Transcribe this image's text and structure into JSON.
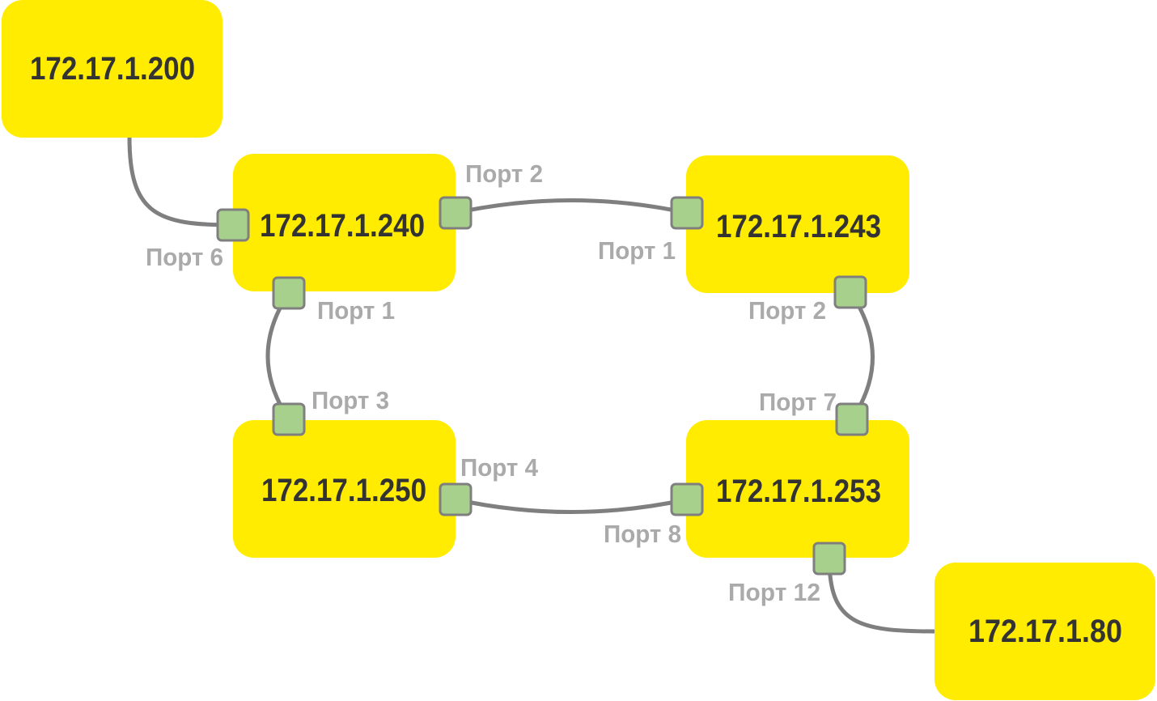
{
  "colors": {
    "node": "#ffec00",
    "port": "#a8d08d",
    "link": "#7f7f7f",
    "label": "#aaaaaa",
    "text": "#333333"
  },
  "nodes": [
    {
      "id": "n200",
      "label": "172.17.1.200"
    },
    {
      "id": "n240",
      "label": "172.17.1.240"
    },
    {
      "id": "n243",
      "label": "172.17.1.243"
    },
    {
      "id": "n250",
      "label": "172.17.1.250"
    },
    {
      "id": "n253",
      "label": "172.17.1.253"
    },
    {
      "id": "n80",
      "label": "172.17.1.80"
    }
  ],
  "ports": [
    {
      "node": "172.17.1.240",
      "label": "Порт 6"
    },
    {
      "node": "172.17.1.240",
      "label": "Порт 2"
    },
    {
      "node": "172.17.1.240",
      "label": "Порт 1"
    },
    {
      "node": "172.17.1.243",
      "label": "Порт 1"
    },
    {
      "node": "172.17.1.243",
      "label": "Порт 2"
    },
    {
      "node": "172.17.1.250",
      "label": "Порт 3"
    },
    {
      "node": "172.17.1.250",
      "label": "Порт 4"
    },
    {
      "node": "172.17.1.253",
      "label": "Порт 8"
    },
    {
      "node": "172.17.1.253",
      "label": "Порт 7"
    },
    {
      "node": "172.17.1.253",
      "label": "Порт 12"
    }
  ],
  "links": [
    {
      "from": "172.17.1.200",
      "to": "172.17.1.240 Порт 6"
    },
    {
      "from": "172.17.1.240 Порт 2",
      "to": "172.17.1.243 Порт 1"
    },
    {
      "from": "172.17.1.240 Порт 1",
      "to": "172.17.1.250 Порт 3"
    },
    {
      "from": "172.17.1.243 Порт 2",
      "to": "172.17.1.253 Порт 7"
    },
    {
      "from": "172.17.1.250 Порт 4",
      "to": "172.17.1.253 Порт 8"
    },
    {
      "from": "172.17.1.253 Порт 12",
      "to": "172.17.1.80"
    }
  ]
}
